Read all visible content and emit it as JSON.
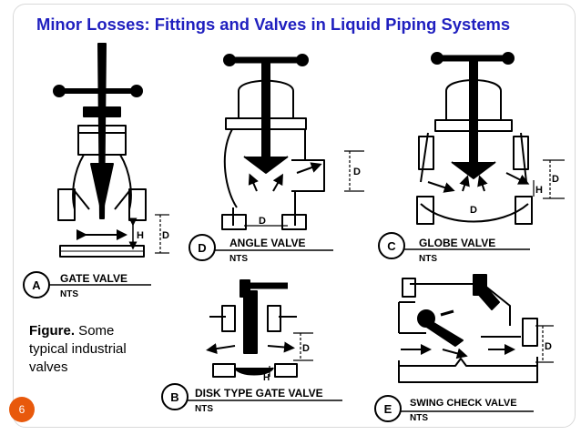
{
  "slide": {
    "title": "Minor Losses: Fittings and Valves in Liquid Piping Systems",
    "caption_bold": "Figure.",
    "caption_rest": " Some typical industrial valves",
    "page_number": "6"
  },
  "figures": [
    {
      "id": "A",
      "name": "GATE VALVE",
      "scale": "NTS",
      "dims": [
        "H",
        "D"
      ]
    },
    {
      "id": "D",
      "name": "ANGLE VALVE",
      "scale": "NTS",
      "dims": [
        "D",
        "D"
      ]
    },
    {
      "id": "C",
      "name": "GLOBE VALVE",
      "scale": "NTS",
      "dims": [
        "D",
        "H",
        "D"
      ]
    },
    {
      "id": "B",
      "name": "DISK TYPE GATE VALVE",
      "scale": "NTS",
      "dims": [
        "D",
        "H"
      ]
    },
    {
      "id": "E",
      "name": "SWING CHECK VALVE",
      "scale": "NTS",
      "dims": [
        "D"
      ]
    }
  ],
  "colors": {
    "title": "#1f1fbf",
    "page_badge": "#e8590c",
    "ink": "#000000"
  }
}
